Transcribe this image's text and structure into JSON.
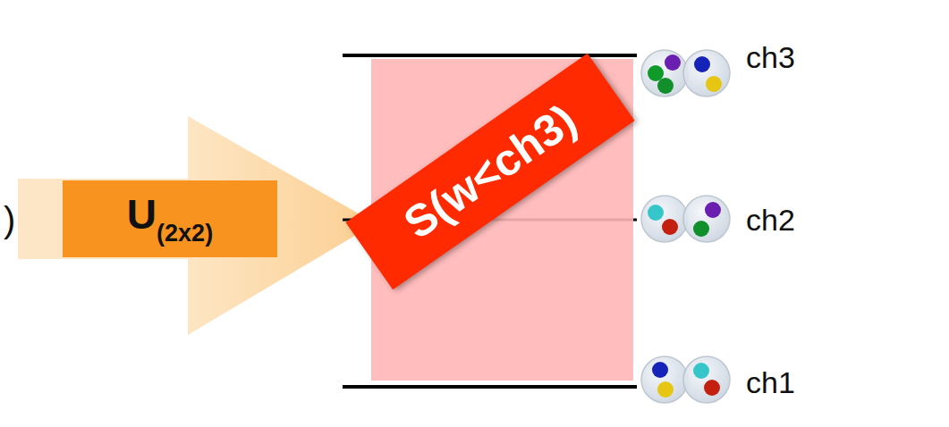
{
  "diagram": {
    "nodes": [
      {
        "text": [
          "U",
          "(2x2)"
        ]
      },
      {
        "text": [
          "S(w<ch3)"
        ]
      }
    ],
    "labels": [
      ")",
      "ch3",
      "ch2",
      "ch1"
    ]
  }
}
